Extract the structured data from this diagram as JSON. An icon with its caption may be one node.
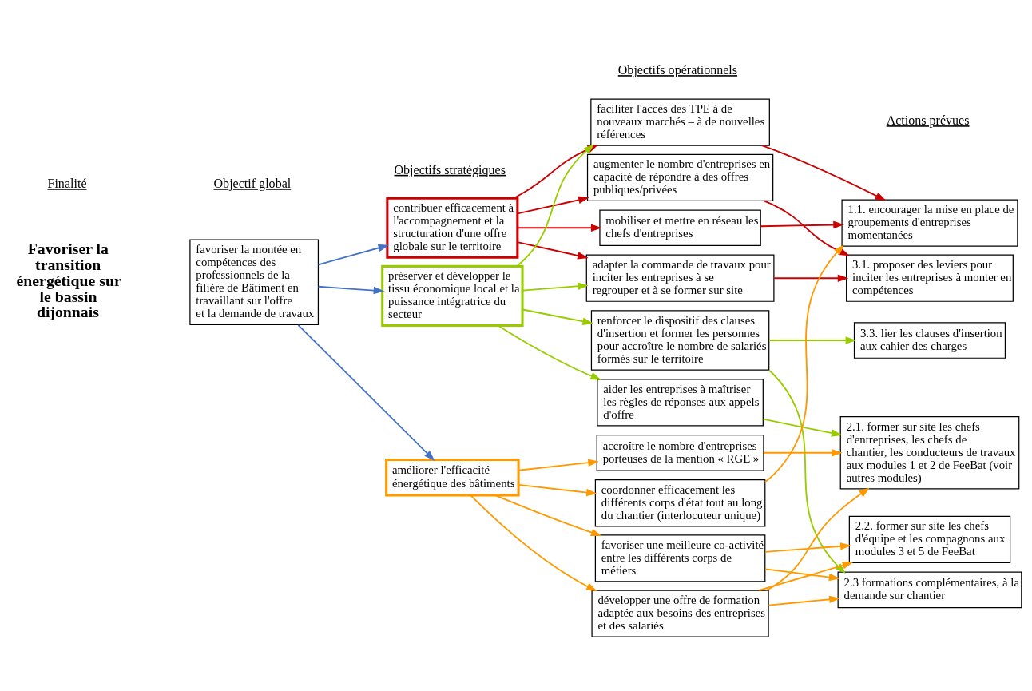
{
  "diagram": {
    "nodes": [
      {
        "text": [
          "favoriser la montée en compétences des professionnels de la filière de Bâtiment en travaillant sur l'offre et la demande de travaux"
        ]
      },
      {
        "text": [
          "contribuer efficacement à l'accompagnement et la structuration d'une offre globale sur le territoire"
        ]
      },
      {
        "text": [
          "préserver et développer le tissu économique local et la puissance intégratrice du secteur"
        ]
      },
      {
        "text": [
          "améliorer l'efficacité énergétique des bâtiments"
        ]
      },
      {
        "text": [
          "faciliter l'accès des TPE à de nouveaux marchés – à de nouvelles références"
        ]
      },
      {
        "text": [
          "augmenter le nombre d'entreprises en capacité de répondre à des offres publiques/privées"
        ]
      },
      {
        "text": [
          "mobiliser et mettre en réseau les chefs d'entreprises"
        ]
      },
      {
        "text": [
          "adapter la commande de travaux pour inciter les entreprises à se regrouper et à se former sur site"
        ]
      },
      {
        "text": [
          "renforcer le dispositif des clauses d'insertion et former les personnes pour accroître le nombre de salariés formés sur le territoire"
        ]
      },
      {
        "text": [
          "aider les entreprises à maîtriser les règles de réponses aux appels d'offre"
        ]
      },
      {
        "text": [
          "accroître le nombre d'entreprises porteuses de la mention « RGE »"
        ]
      },
      {
        "text": [
          "coordonner efficacement les différents corps d'état tout au long du chantier (interlocuteur unique)"
        ]
      },
      {
        "text": [
          "favoriser une meilleure co-activité entre les différents corps de métiers"
        ]
      },
      {
        "text": [
          "développer une offre de formation adaptée aux besoins des entreprises et des salariés"
        ]
      },
      {
        "text": [
          "1.1. encourager la mise en place de groupements d'entreprises momentanées"
        ]
      },
      {
        "text": [
          "3.1. proposer des leviers pour inciter les entreprises à monter en compétences"
        ]
      },
      {
        "text": [
          "3.3. lier les clauses d'insertion aux cahier des charges"
        ]
      },
      {
        "text": [
          "2.1. former sur site les chefs d'entreprises, les chefs de chantier, les conducteurs de travaux aux modules 1 et 2 de FeeBat (voir autres modules)"
        ]
      },
      {
        "text": [
          "2.2. former sur site les chefs d'équipe et les compagnons aux modules 3 et 5 de FeeBat"
        ]
      },
      {
        "text": [
          "2.3 formations complémentaires, à la demande sur chantier"
        ]
      }
    ],
    "edges": [
      {
        "from": 0,
        "to": 1,
        "arrow": "to",
        "color": "#4472c4"
      },
      {
        "from": 0,
        "to": 2,
        "arrow": "to",
        "color": "#4472c4"
      },
      {
        "from": 0,
        "to": 3,
        "arrow": "to",
        "color": "#4472c4"
      },
      {
        "from": 1,
        "to": 4,
        "arrow": "to",
        "color": "#cc0000"
      },
      {
        "from": 1,
        "to": 5,
        "arrow": "to",
        "color": "#cc0000"
      },
      {
        "from": 1,
        "to": 6,
        "arrow": "to",
        "color": "#cc0000"
      },
      {
        "from": 1,
        "to": 7,
        "arrow": "to",
        "color": "#cc0000"
      },
      {
        "from": 2,
        "to": 4,
        "arrow": "to",
        "color": "#99cc00"
      },
      {
        "from": 2,
        "to": 7,
        "arrow": "to",
        "color": "#99cc00"
      },
      {
        "from": 2,
        "to": 8,
        "arrow": "to",
        "color": "#99cc00"
      },
      {
        "from": 2,
        "to": 9,
        "arrow": "to",
        "color": "#99cc00"
      },
      {
        "from": 3,
        "to": 10,
        "arrow": "to"
      },
      {
        "from": 3,
        "to": 11,
        "arrow": "to"
      },
      {
        "from": 3,
        "to": 12,
        "arrow": "to"
      },
      {
        "from": 3,
        "to": 13,
        "arrow": "to"
      },
      {
        "from": 4,
        "to": 14,
        "arrow": "to",
        "color": "#cc0000"
      },
      {
        "from": 5,
        "to": 15,
        "arrow": "to",
        "color": "#cc0000"
      },
      {
        "from": 6,
        "to": 14,
        "arrow": "to",
        "color": "#cc0000"
      },
      {
        "from": 7,
        "to": 15,
        "arrow": "to",
        "color": "#cc0000"
      },
      {
        "from": 8,
        "to": 16,
        "arrow": "to",
        "color": "#99cc00"
      },
      {
        "from": 8,
        "to": 19,
        "arrow": "to",
        "color": "#99cc00"
      },
      {
        "from": 9,
        "to": 17,
        "arrow": "to",
        "color": "#99cc00"
      },
      {
        "from": 10,
        "to": 17,
        "arrow": "to"
      },
      {
        "from": 11,
        "to": 14,
        "arrow": "to"
      },
      {
        "from": 12,
        "to": 18,
        "arrow": "to"
      },
      {
        "from": 12,
        "to": 19,
        "arrow": "to"
      },
      {
        "from": 13,
        "to": 17,
        "arrow": "to"
      },
      {
        "from": 13,
        "to": 18,
        "arrow": "to"
      },
      {
        "from": 13,
        "to": 19,
        "arrow": "to"
      }
    ],
    "labels": [
      "Finalité",
      "Objectif global",
      "Objectifs stratégiques",
      "Objectifs opérationnels",
      "Actions prévues",
      "Favoriser la transition énergétique sur le bassin dijonnais"
    ]
  }
}
